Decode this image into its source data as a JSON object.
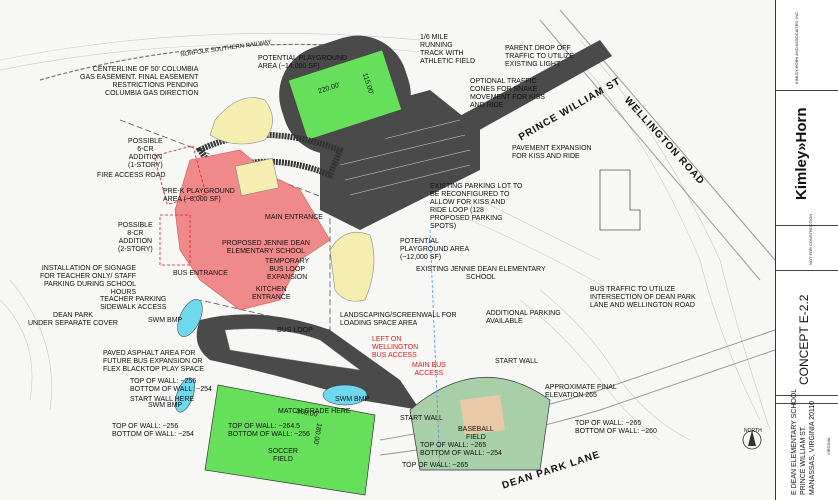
{
  "labels": {
    "railway": "NORFOLK SOUTHERN RAILWAY",
    "centerline": [
      "CENTERLINE OF 50' COLUMBIA",
      "GAS EASEMENT. FINAL EASEMENT",
      "RESTRICTIONS PENDING",
      "COLUMBIA GAS DIRECTION"
    ],
    "potential_playground_1": [
      "POTENTIAL PLAYGROUND",
      "AREA (~14,000 SF)"
    ],
    "track": [
      "1/6 MILE",
      "RUNNING",
      "TRACK WITH",
      "ATHLETIC FIELD"
    ],
    "parent_dropoff": [
      "PARENT DROP OFF",
      "TRAFFIC TO UTILIZE",
      "EXISTING LIGHT"
    ],
    "traffic_cones": [
      "OPTIONAL TRAFFIC",
      "CONES FOR SNAKE",
      "MOVEMENT FOR KISS",
      "AND RIDE"
    ],
    "pavement_expansion": [
      "PAVEMENT EXPANSION",
      "FOR KISS AND RIDE"
    ],
    "possible_6cr": [
      "POSSIBLE",
      "6-CR",
      "ADDITION",
      "(1-STORY)"
    ],
    "fire_access": "FIRE ACCESS ROAD",
    "prek_playground": [
      "PRE-K PLAYGROUND",
      "AREA (~8,000 SF)"
    ],
    "main_entrance": "MAIN ENTRANCE",
    "possible_8cr": [
      "POSSIBLE",
      "8-CR",
      "ADDITION",
      "(2-STORY)"
    ],
    "proposed_school": [
      "PROPOSED JENNIE DEAN",
      "ELEMENTARY SCHOOL"
    ],
    "existing_parking": [
      "EXISTING PARKING LOT TO",
      "BE RECONFIGURED TO",
      "ALLOW FOR KISS AND",
      "RIDE LOOP (128",
      "PROPOSED PARKING",
      "SPOTS)"
    ],
    "potential_playground_2": [
      "POTENTIAL",
      "PLAYGROUND AREA",
      "(~12,000 SF)"
    ],
    "signage": [
      "INSTALLATION OF SIGNAGE",
      "FOR TEACHER ONLY/ STAFF",
      "PARKING DURING SCHOOL",
      "HOURS"
    ],
    "bus_entrance": "BUS ENTRANCE",
    "temp_bus_loop": [
      "TEMPORARY",
      "BUS LOOP",
      "EXPANSION"
    ],
    "existing_school": [
      "EXISTING JENNIE DEAN ELEMENTARY",
      "SCHOOL"
    ],
    "kitchen_entrance": [
      "KITCHEN",
      "ENTRANCE"
    ],
    "teacher_parking": [
      "TEACHER PARKING",
      "SIDEWALK ACCESS"
    ],
    "bus_traffic": [
      "BUS TRAFFIC TO UTILIZE",
      "INTERSECTION OF DEAN PARK",
      "LANE AND WELLINGTON ROAD"
    ],
    "dean_park": [
      "DEAN PARK",
      "UNDER SEPARATE COVER"
    ],
    "swm_bmp_1": "SWM BMP",
    "landscaping": [
      "LANDSCAPING/SCREENWALL FOR",
      "LOADING SPACE AREA"
    ],
    "additional_parking": [
      "ADDITIONAL PARKING",
      "AVAILABLE"
    ],
    "bus_loop": "BUS LOOP",
    "left_on_wellington": [
      "LEFT ON",
      "WELLINGTON",
      "BUS ACCESS"
    ],
    "paved_asphalt": [
      "PAVED ASPHALT AREA FOR",
      "FUTURE BUS EXPANSION OR",
      "FLEX BLACKTOP PLAY SPACE"
    ],
    "start_wall_1": "START WALL",
    "main_bus_access": [
      "MAIN BUS",
      "ACCESS"
    ],
    "top_of_wall_1": [
      "TOP OF WALL: ~256",
      "BOTTOM OF WALL: ~254"
    ],
    "approx_elevation": [
      "APPROXIMATE FINAL",
      "ELEVATION 265"
    ],
    "start_wall_here": "START WALL HERE",
    "swm_bmp_2": "SWM BMP",
    "match_grade": "MATCH GRADE HERE",
    "top_of_wall_2": [
      "TOP OF WALL: ~264.5",
      "BOTTOM OF WALL: ~256"
    ],
    "swm_bmp_3": "SWM BMP",
    "start_wall_2": "START WALL",
    "baseball": [
      "BASEBALL",
      "FIELD"
    ],
    "top_of_wall_3": [
      "TOP OF WALL: ~265",
      "BOTTOM OF WALL: ~260"
    ],
    "top_of_wall_4": [
      "TOP OF WALL: ~256",
      "BOTTOM OF WALL: ~254"
    ],
    "soccer": [
      "SOCCER",
      "FIELD"
    ],
    "top_of_wall_5": [
      "TOP OF WALL: ~265",
      "BOTTOM OF WALL: ~254"
    ],
    "top_of_wall_6": "TOP OF WALL: ~265",
    "dim_220": "220.00'",
    "dim_115": "115.00'",
    "dim_360": "360.00'",
    "dim_180": "180.00'"
  },
  "roads": {
    "prince_william": "PRINCE WILLIAM ST",
    "wellington": "WELLINGTON ROAD",
    "dean_park_lane": "DEAN PARK LANE"
  },
  "titleblock": {
    "brand": "Kimley»Horn",
    "sheet_title": "CONCEPT E-2.2",
    "project": [
      "E DEAN ELEMENTARY SCHOOL",
      "PRINCE WILLIAM ST.",
      "MANASSAS, VIRGINIA 20110"
    ],
    "state": "VIRGINIA",
    "not_for_construction": "NOT FOR CONSTRUCTION"
  },
  "north": "NORTH",
  "colors": {
    "building": "#f08a8a",
    "field": "#66e05a",
    "playground": "#f5eeb0",
    "asphalt": "#4a4a4a",
    "swm": "#6fd8ee",
    "baseball": "#a9cfa8",
    "infield": "#e9c9a6",
    "annotation_red": "#e0191b"
  }
}
